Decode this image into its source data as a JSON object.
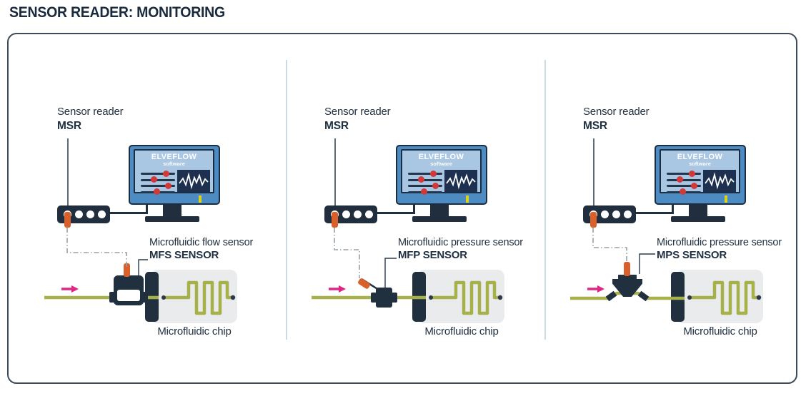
{
  "title": "SENSOR READER: MONITORING",
  "colors": {
    "navy": "#20303f",
    "monitor_frame_blue": "#4d8cc3",
    "screen_blue": "#a9c6e2",
    "slider_dot_red": "#d23a3a",
    "plug_orange": "#d9602a",
    "flow_arrow_pink": "#e02585",
    "tubing_olive": "#a7b14a",
    "chip_gray": "#eaebed",
    "led_yellow": "#d9d41c",
    "divider_blue_gray": "#ccdbe2"
  },
  "panels": [
    {
      "id": "mfs",
      "reader_label": "Sensor reader",
      "reader_model": "MSR",
      "software_title": "ELVEFLOW",
      "software_subtitle": "software",
      "sensor_label": "Microfluidic flow sensor",
      "sensor_model": "MFS SENSOR",
      "chip_label": "Microfluidic chip"
    },
    {
      "id": "mfp",
      "reader_label": "Sensor reader",
      "reader_model": "MSR",
      "software_title": "ELVEFLOW",
      "software_subtitle": "software",
      "sensor_label": "Microfluidic pressure sensor",
      "sensor_model": "MFP SENSOR",
      "chip_label": "Microfluidic chip"
    },
    {
      "id": "mps",
      "reader_label": "Sensor reader",
      "reader_model": "MSR",
      "software_title": "ELVEFLOW",
      "software_subtitle": "software",
      "sensor_label": "Microfluidic pressure sensor",
      "sensor_model": "MPS SENSOR",
      "chip_label": "Microfluidic chip"
    }
  ]
}
